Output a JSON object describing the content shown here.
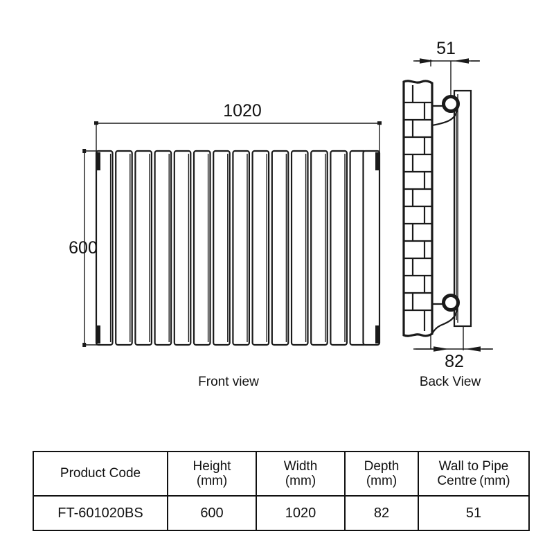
{
  "drawing": {
    "front_view": {
      "label": "Front view",
      "width_dimension": "1020",
      "height_dimension": "600",
      "fin_count": 14
    },
    "back_view": {
      "label": "Back View",
      "top_dimension": "51",
      "bottom_dimension": "82",
      "pipe_connection_count": 2
    }
  },
  "table": {
    "headers": [
      {
        "line1": "Product Code",
        "line2": ""
      },
      {
        "line1": "Height",
        "line2": "(mm)"
      },
      {
        "line1": "Width",
        "line2": "(mm)"
      },
      {
        "line1": "Depth",
        "line2": "(mm)"
      },
      {
        "line1": "Wall to Pipe",
        "line2": "Centre (mm)"
      }
    ],
    "rows": [
      {
        "product_code": "FT-601020BS",
        "height": "600",
        "width": "1020",
        "depth": "82",
        "wall_to_pipe_centre": "51"
      }
    ]
  },
  "colors": {
    "line": "#1a1a1a",
    "text": "#111111",
    "background": "#ffffff"
  }
}
